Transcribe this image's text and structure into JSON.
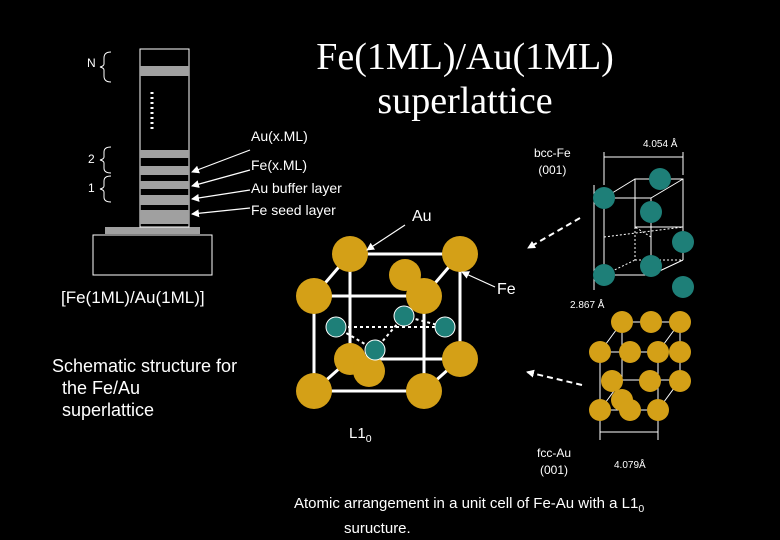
{
  "title_line1": "Fe(1ML)/Au(1ML)",
  "title_line2": "superlattice",
  "stack": {
    "label_n": "N",
    "label_2": "2",
    "label_1": "1",
    "layer_labels": [
      "Au(x.ML)",
      "Fe(x.ML)",
      "Au buffer layer",
      "Fe seed layer"
    ]
  },
  "formula": "[Fe(1ML)/Au(1ML)]",
  "schematic_caption": [
    "Schematic structure for",
    "the Fe/Au",
    "superlattice"
  ],
  "center_cell": {
    "label_au": "Au",
    "label_fe": "Fe",
    "structure_main": "L1",
    "structure_sub": "0"
  },
  "bcc": {
    "label_line1": "bcc-Fe",
    "label_line2": "(001)",
    "dim_top": "4.054 Å",
    "dim_side": "2.867 Å"
  },
  "fcc": {
    "label_line1": "fcc-Au",
    "label_line2": "(001)",
    "dim_bottom": "4.079Å"
  },
  "bottom_caption": {
    "line1_main": "Atomic arrangement in a unit cell of Fe-Au with a L1",
    "line1_sub": "0",
    "line2": "suructure."
  },
  "colors": {
    "background": "#000000",
    "au_atom": "#d4a017",
    "fe_atom": "#1e7f78",
    "layer_gray": "#a0a0a0",
    "lines": "#ffffff"
  }
}
